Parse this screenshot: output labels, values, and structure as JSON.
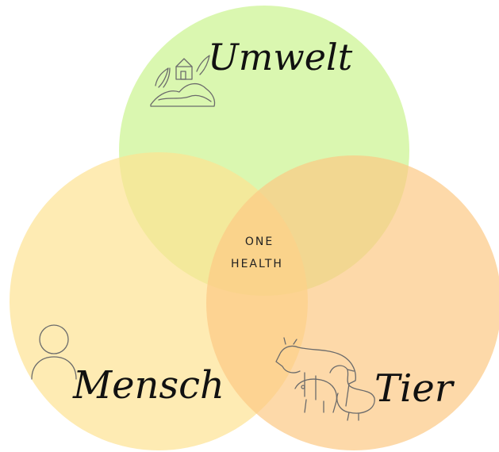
{
  "diagram": {
    "center_label": [
      "ONE",
      "HEALTH"
    ],
    "sets": [
      {
        "id": "environment",
        "label": "Umwelt",
        "color": "#cff59a",
        "icon": "landscape-icon"
      },
      {
        "id": "human",
        "label": "Mensch",
        "color": "#fde293",
        "icon": "person-icon"
      },
      {
        "id": "animal",
        "label": "Tier",
        "color": "#fcc985",
        "icon": "farm-animals-icon"
      }
    ]
  }
}
